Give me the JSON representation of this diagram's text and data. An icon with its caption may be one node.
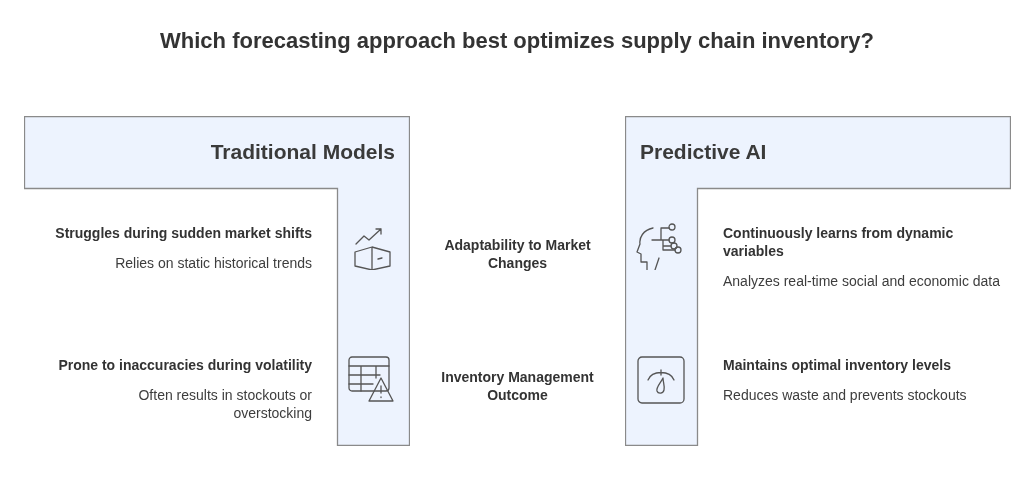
{
  "diagram": {
    "title": "Which forecasting approach best optimizes supply chain inventory?",
    "nodes": [
      {
        "text": [
          "Traditional Models"
        ]
      },
      {
        "text": [
          "Predictive AI"
        ]
      }
    ],
    "labels": [
      "Struggles during sudden market shifts",
      "Relies on static historical trends",
      "Adaptability to Market Changes",
      "Continuously learns from dynamic variables",
      "Analyzes real-time social and economic data",
      "Prone to inaccuracies during volatility",
      "Often results in stockouts or overstocking",
      "Inventory Management Outcome",
      "Maintains optimal inventory levels",
      "Reduces waste and prevents stockouts"
    ]
  }
}
